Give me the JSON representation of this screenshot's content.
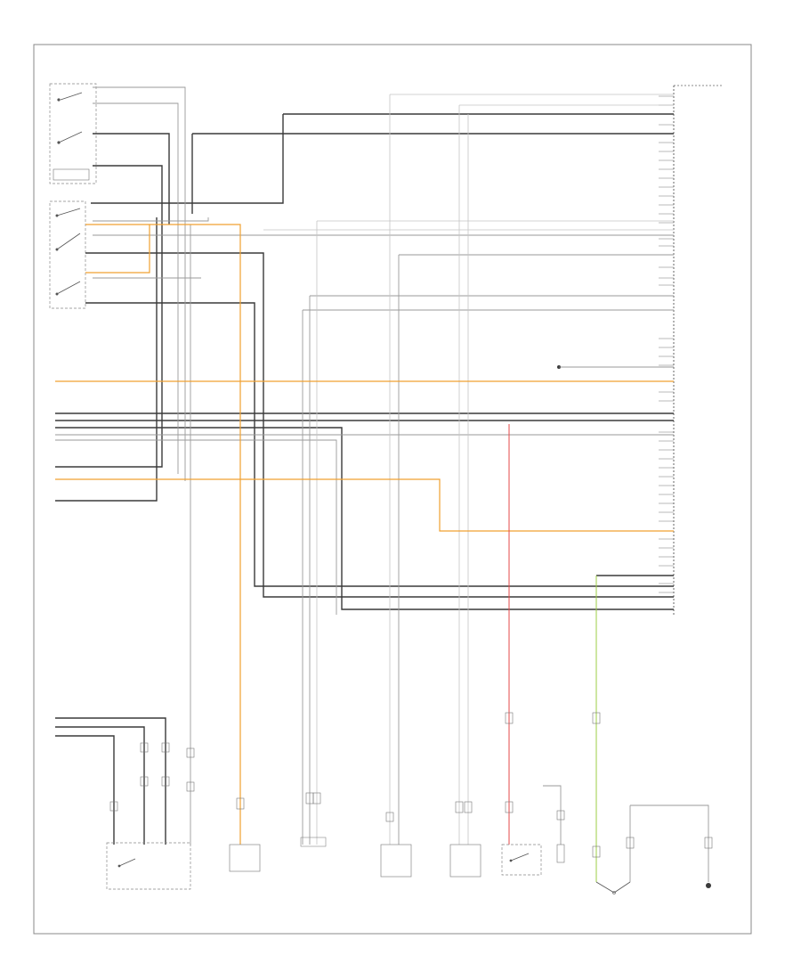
{
  "colors": {
    "wire_black": "#3a3a3a",
    "wire_gray": "#9a9a9a",
    "wire_light": "#c4c4c4",
    "wire_orange": "#f0a030",
    "wire_red": "#e64a4a",
    "wire_green": "#9ccc44",
    "border": "#888888"
  },
  "components": {
    "top_left_switch": {
      "label": "",
      "sub": ""
    },
    "left_front_door": {
      "label": "",
      "sub": ""
    },
    "main_module": {
      "label": ""
    }
  },
  "bottom": [
    {
      "id": "pass-lock-unit",
      "label": ""
    },
    {
      "id": "rear-right-lock",
      "label": ""
    },
    {
      "id": "rear-left-lock",
      "label": ""
    },
    {
      "id": "pass-seat-sensor-1",
      "label": ""
    },
    {
      "id": "pass-seat-sensor-2",
      "label": ""
    },
    {
      "id": "left-front-door-switch",
      "label": ""
    },
    {
      "id": "fuse",
      "label": ""
    },
    {
      "id": "courtesy-lamp",
      "label": ""
    },
    {
      "id": "ground",
      "label": ""
    }
  ],
  "footer": {
    "code": ""
  }
}
